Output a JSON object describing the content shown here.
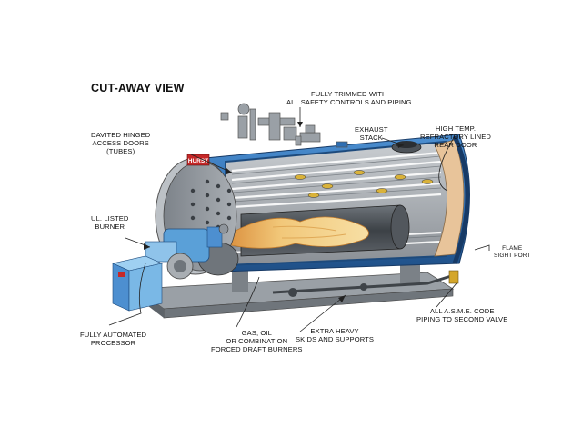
{
  "title": "CUT-AWAY VIEW",
  "brand_plate": "HURST",
  "labels": {
    "fully_trimmed": [
      "FULLY TRIMMED WITH",
      "ALL SAFETY CONTROLS AND PIPING"
    ],
    "davited_doors": [
      "DAVITED HINGED",
      "ACCESS DOORS",
      "(TUBES)"
    ],
    "exhaust_stack": [
      "EXHAUST",
      "STACK"
    ],
    "refractory_door": [
      "HIGH TEMP.",
      "REFRACTORY LINED",
      "REAR DOOR"
    ],
    "listed_burner": [
      "UL. LISTED",
      "BURNER"
    ],
    "flame_port": [
      "FLAME",
      "SIGHT PORT"
    ],
    "asme_piping": [
      "ALL A.S.M.E. CODE",
      "PIPING TO SECOND VALVE"
    ],
    "processor": [
      "FULLY AUTOMATED",
      "PROCESSOR"
    ],
    "forced_draft": [
      "GAS, OIL",
      "OR COMBINATION",
      "FORCED DRAFT BURNERS"
    ],
    "skids": [
      "EXTRA HEAVY",
      "SKIDS AND SUPPORTS"
    ]
  },
  "colors": {
    "shell_blue": "#2f6fb3",
    "steel_grey": "#8f959c",
    "flame": "#f2c87a",
    "refractory": "#e8c49a"
  }
}
